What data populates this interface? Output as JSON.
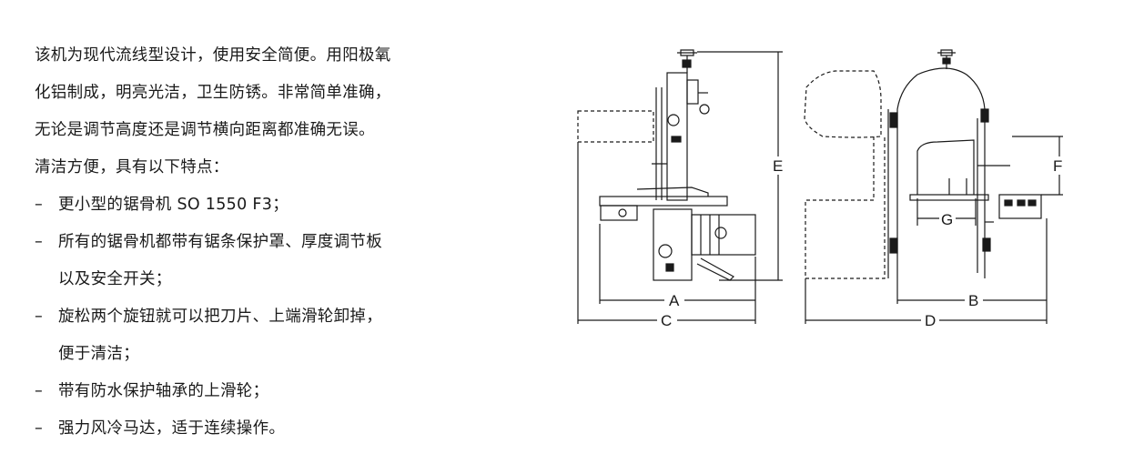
{
  "intro": [
    "该机为现代流线型设计，使用安全简便。用阳极氧",
    "化铝制成，明亮光洁，卫生防锈。非常简单准确，",
    "无论是调节高度还是调节横向距离都准确无误。",
    "清洁方便，具有以下特点："
  ],
  "bullet_marker": "–",
  "features": [
    [
      "更小型的锯骨机 SO 1550 F3；"
    ],
    [
      "所有的锯骨机都带有锯条保护罩、厚度调节板",
      "以及安全开关；"
    ],
    [
      "旋松两个旋钮就可以把刀片、上端滑轮卸掉，",
      "便于清洁；"
    ],
    [
      "带有防水保护轴承的上滑轮；"
    ],
    [
      "强力风冷马达，适于连续操作。"
    ]
  ],
  "dimension_labels": {
    "A": "A",
    "B": "B",
    "C": "C",
    "D": "D",
    "E": "E",
    "F": "F",
    "G": "G"
  }
}
